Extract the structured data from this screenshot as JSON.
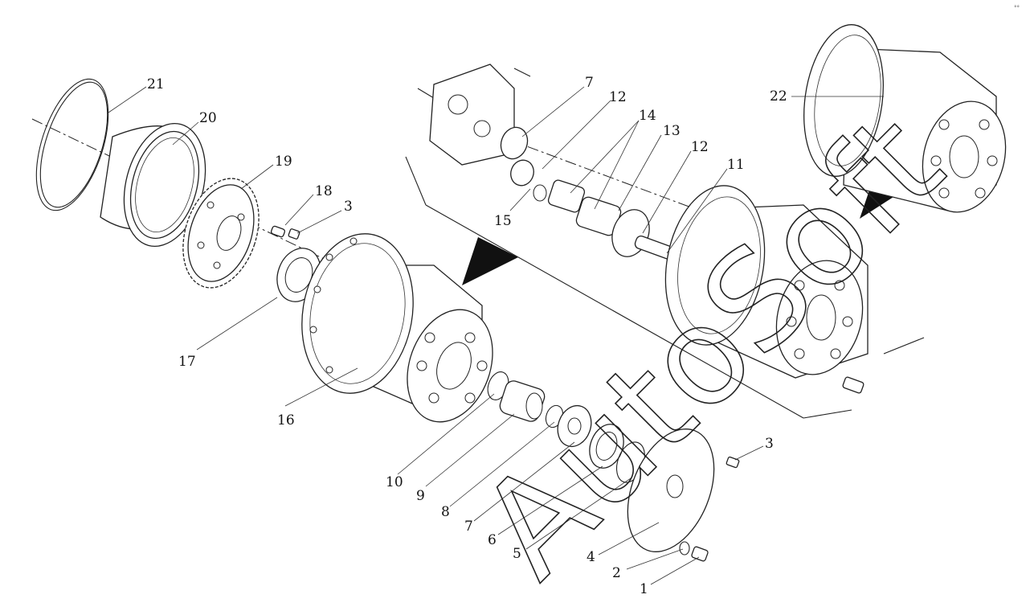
{
  "watermark": "AutoSoft",
  "corner_mark": "°°",
  "callouts": [
    {
      "id": "21",
      "text": "21"
    },
    {
      "id": "20",
      "text": "20"
    },
    {
      "id": "19",
      "text": "19"
    },
    {
      "id": "18",
      "text": "18"
    },
    {
      "id": "3a",
      "text": "3"
    },
    {
      "id": "17",
      "text": "17"
    },
    {
      "id": "16",
      "text": "16"
    },
    {
      "id": "7a",
      "text": "7"
    },
    {
      "id": "12a",
      "text": "12"
    },
    {
      "id": "14",
      "text": "14"
    },
    {
      "id": "13",
      "text": "13"
    },
    {
      "id": "12b",
      "text": "12"
    },
    {
      "id": "11",
      "text": "11"
    },
    {
      "id": "15",
      "text": "15"
    },
    {
      "id": "22",
      "text": "22"
    },
    {
      "id": "10",
      "text": "10"
    },
    {
      "id": "9",
      "text": "9"
    },
    {
      "id": "8",
      "text": "8"
    },
    {
      "id": "7b",
      "text": "7"
    },
    {
      "id": "6",
      "text": "6"
    },
    {
      "id": "5",
      "text": "5"
    },
    {
      "id": "4",
      "text": "4"
    },
    {
      "id": "3b",
      "text": "3"
    },
    {
      "id": "2",
      "text": "2"
    },
    {
      "id": "1",
      "text": "1"
    }
  ]
}
